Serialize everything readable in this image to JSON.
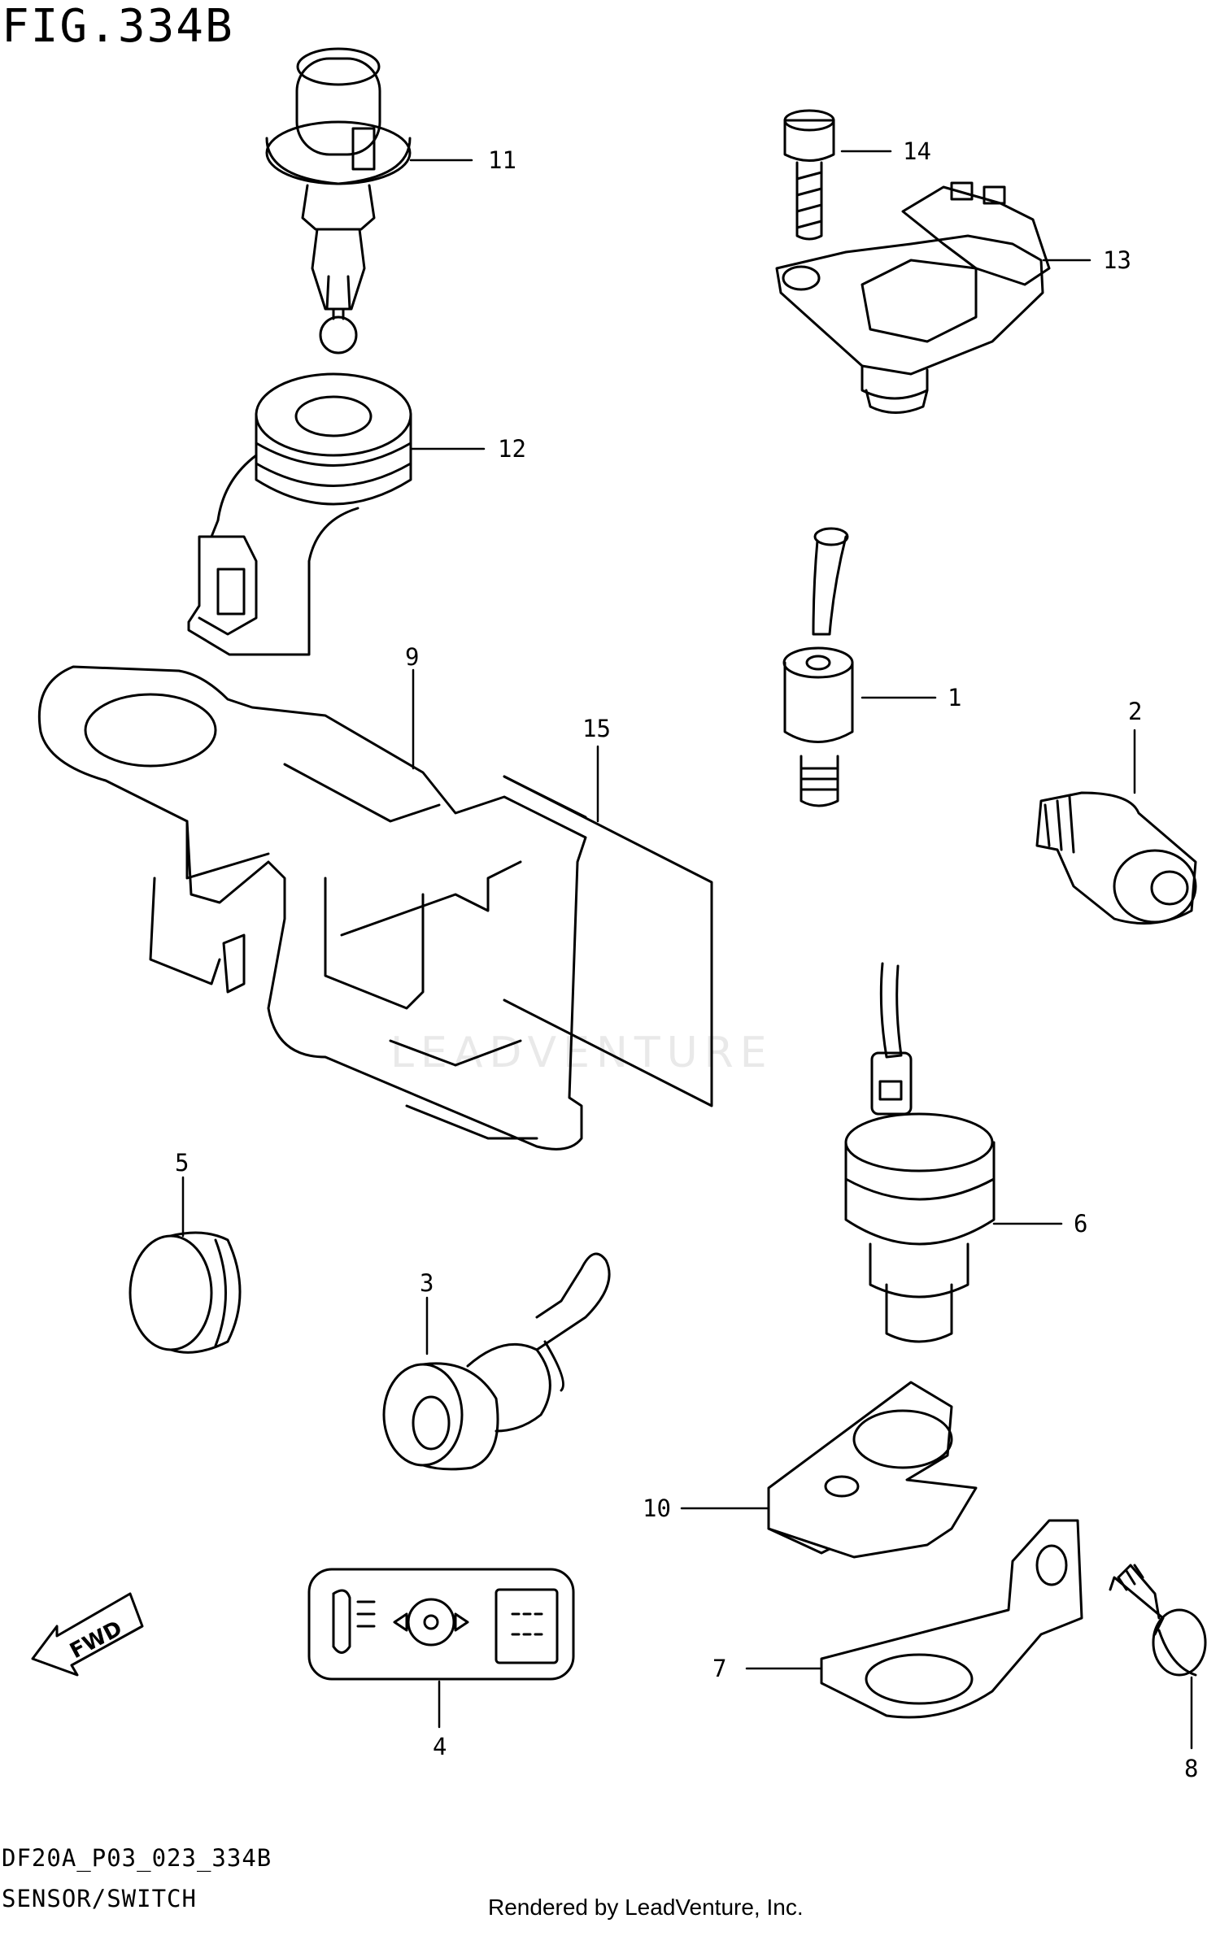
{
  "figure": {
    "title": "FIG.334B"
  },
  "footer": {
    "code": "DF20A_P03_023_334B",
    "subtitle": "SENSOR/SWITCH",
    "credit": "Rendered by LeadVenture, Inc."
  },
  "watermark": {
    "text": "LEADVENTURE"
  },
  "fwd_label": "FWD",
  "callouts": {
    "c1": "1",
    "c2": "2",
    "c3": "3",
    "c4": "4",
    "c5": "5",
    "c6": "6",
    "c7": "7",
    "c8": "8",
    "c9": "9",
    "c10": "10",
    "c11": "11",
    "c12": "12",
    "c13": "13",
    "c14": "14",
    "c15": "15"
  }
}
